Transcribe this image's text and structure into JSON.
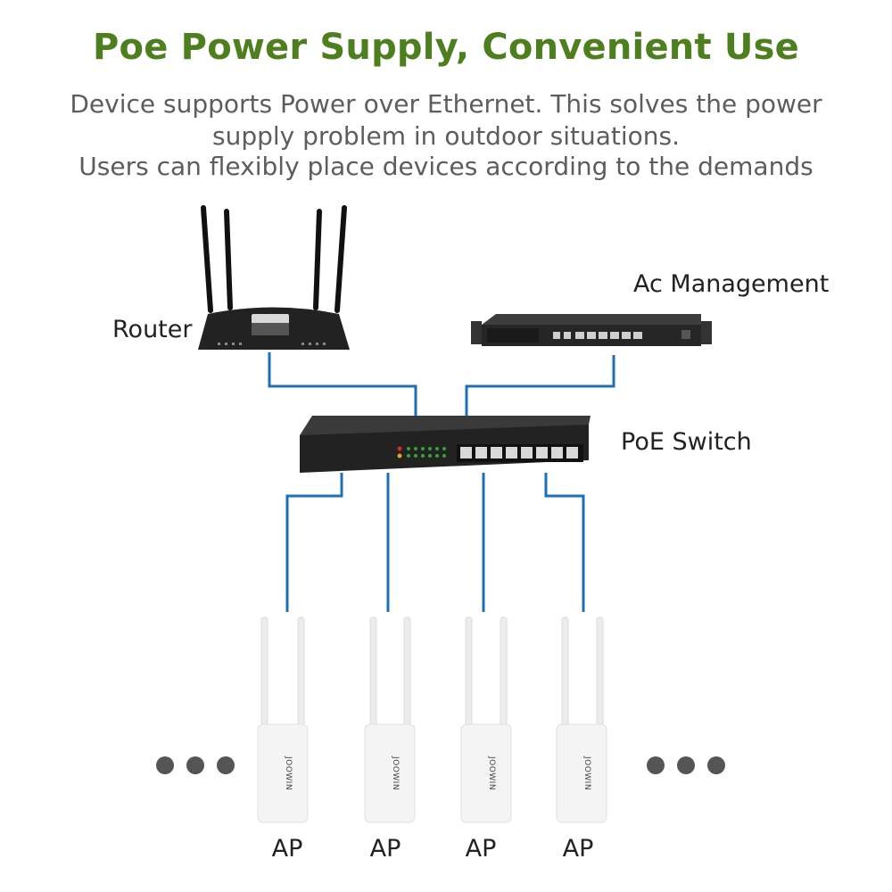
{
  "title": "Poe Power Supply, Convenient Use",
  "description": {
    "line1": "Device supports Power over Ethernet. This solves the power",
    "line2": "supply problem in outdoor situations.",
    "line3": "Users can flexibly place devices according to the demands"
  },
  "nodes": {
    "router": "Router",
    "ac_management": "Ac Management",
    "poe_switch": "PoE Switch",
    "ap_labels": [
      "AP",
      "AP",
      "AP",
      "AP"
    ],
    "ap_brand": "JOOWIN"
  },
  "colors": {
    "title": "#4e7f1f",
    "cable": "#1d6fb8",
    "device_dark": "#2a2a2a",
    "ap_body": "#f4f4f4"
  }
}
